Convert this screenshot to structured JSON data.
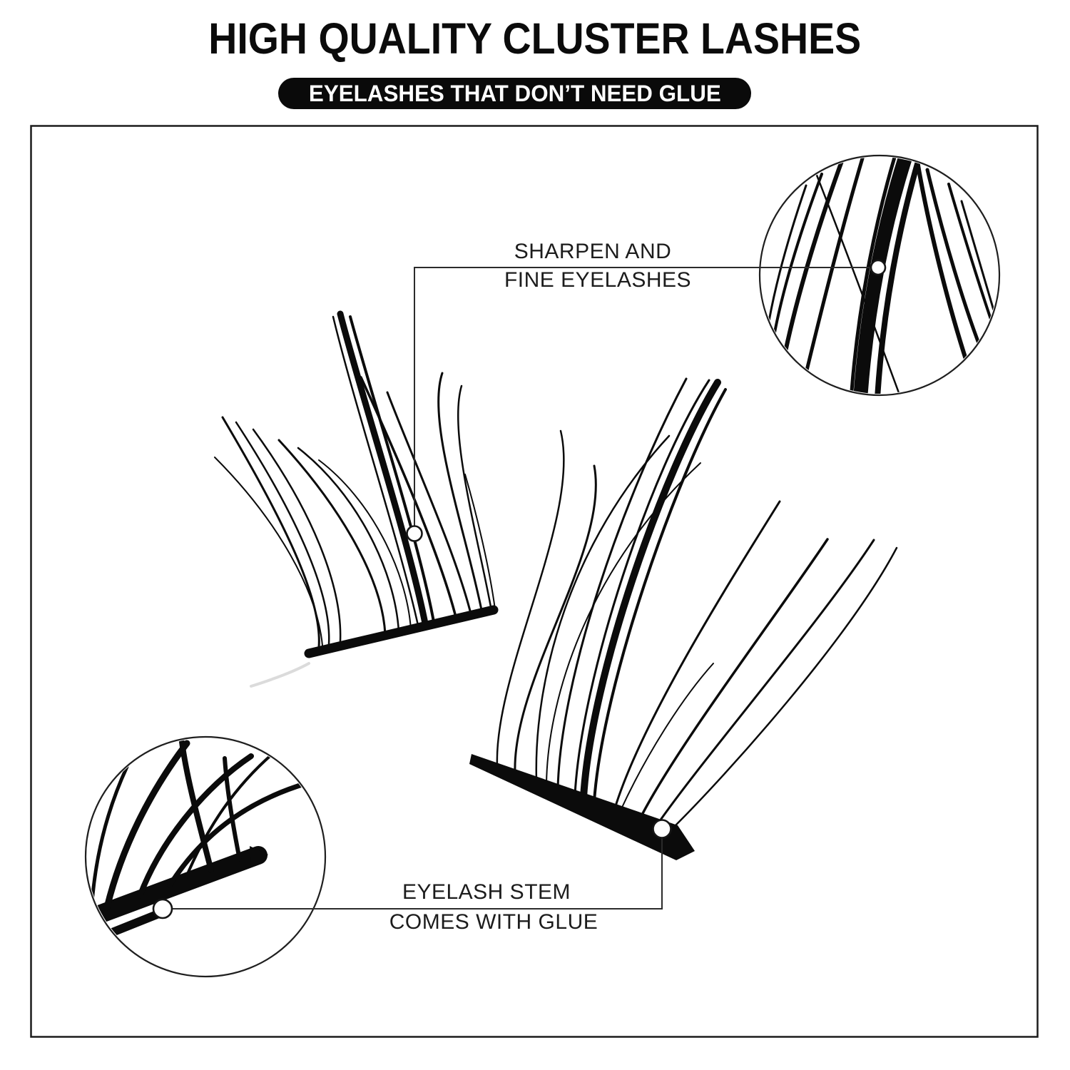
{
  "header": {
    "title": "HIGH QUALITY CLUSTER LASHES",
    "banner": "EYELASHES THAT DON’T NEED GLUE"
  },
  "callouts": {
    "sharpen": {
      "line1": "SHARPEN AND",
      "line2": "FINE EYELASHES"
    },
    "stem": {
      "line1": "EYELASH STEM",
      "line2": "COMES WITH GLUE"
    }
  },
  "colors": {
    "ink": "#0b0b0b",
    "line": "#2b2b2b",
    "banner_bg": "#0a0a0a",
    "banner_text": "#ffffff",
    "label": "#1c1c1c",
    "paper": "#ffffff"
  }
}
